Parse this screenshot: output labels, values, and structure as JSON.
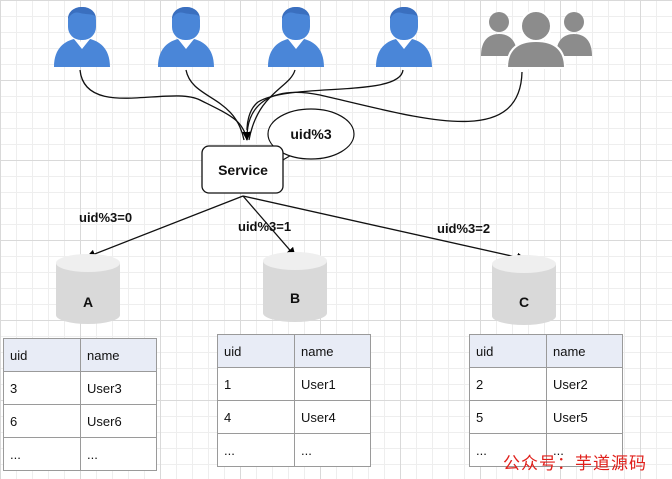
{
  "nodes": {
    "service": "Service",
    "thought_bubble": "uid%3",
    "databases": [
      "A",
      "B",
      "C"
    ]
  },
  "edges": {
    "to_a": "uid%3=0",
    "to_b": "uid%3=1",
    "to_c": "uid%3=2"
  },
  "tables": {
    "columns": [
      "uid",
      "name"
    ],
    "a": [
      [
        "3",
        "User3"
      ],
      [
        "6",
        "User6"
      ],
      [
        "...",
        "..."
      ]
    ],
    "b": [
      [
        "1",
        "User1"
      ],
      [
        "4",
        "User4"
      ],
      [
        "...",
        "..."
      ]
    ],
    "c": [
      [
        "2",
        "User2"
      ],
      [
        "5",
        "User5"
      ],
      [
        "...",
        "..."
      ]
    ]
  },
  "watermark": "公众号：芋道源码",
  "colors": {
    "user": "#4a86d8",
    "user_group": "#8c8c8c",
    "table_header": "#e8ecf6",
    "watermark": "#e0201b"
  },
  "icons": [
    "user-icon",
    "user-group-icon",
    "database-icon"
  ]
}
